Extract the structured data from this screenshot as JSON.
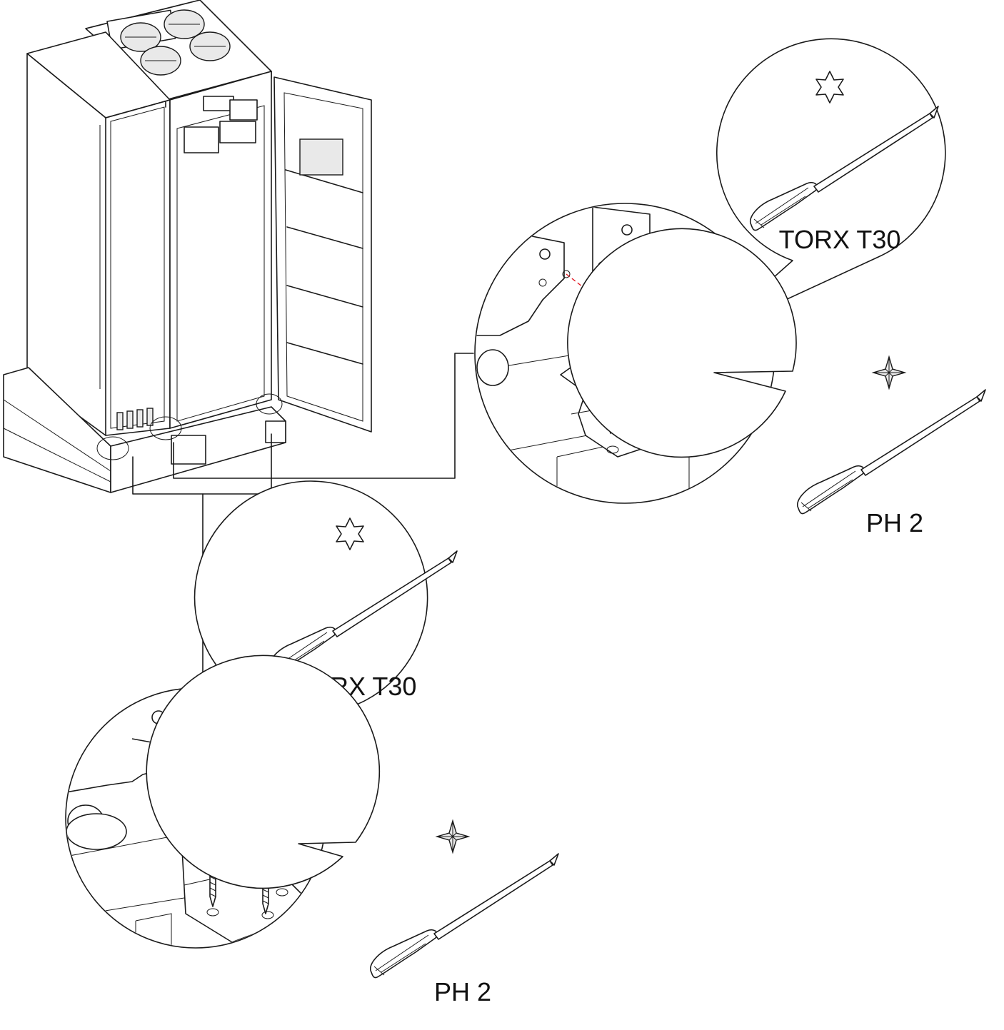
{
  "labels": {
    "torx_top": "TORX T30",
    "ph_top": "PH 2",
    "torx_bottom": "TORX T30",
    "ph_bottom": "PH 2"
  },
  "icons": [
    "torx-star-icon",
    "phillips-cross-icon",
    "screwdriver-icon",
    "screw-icon"
  ],
  "colors": {
    "line": "#1a1a1a",
    "alignment_dash": "#e0141e",
    "background": "#ffffff"
  }
}
